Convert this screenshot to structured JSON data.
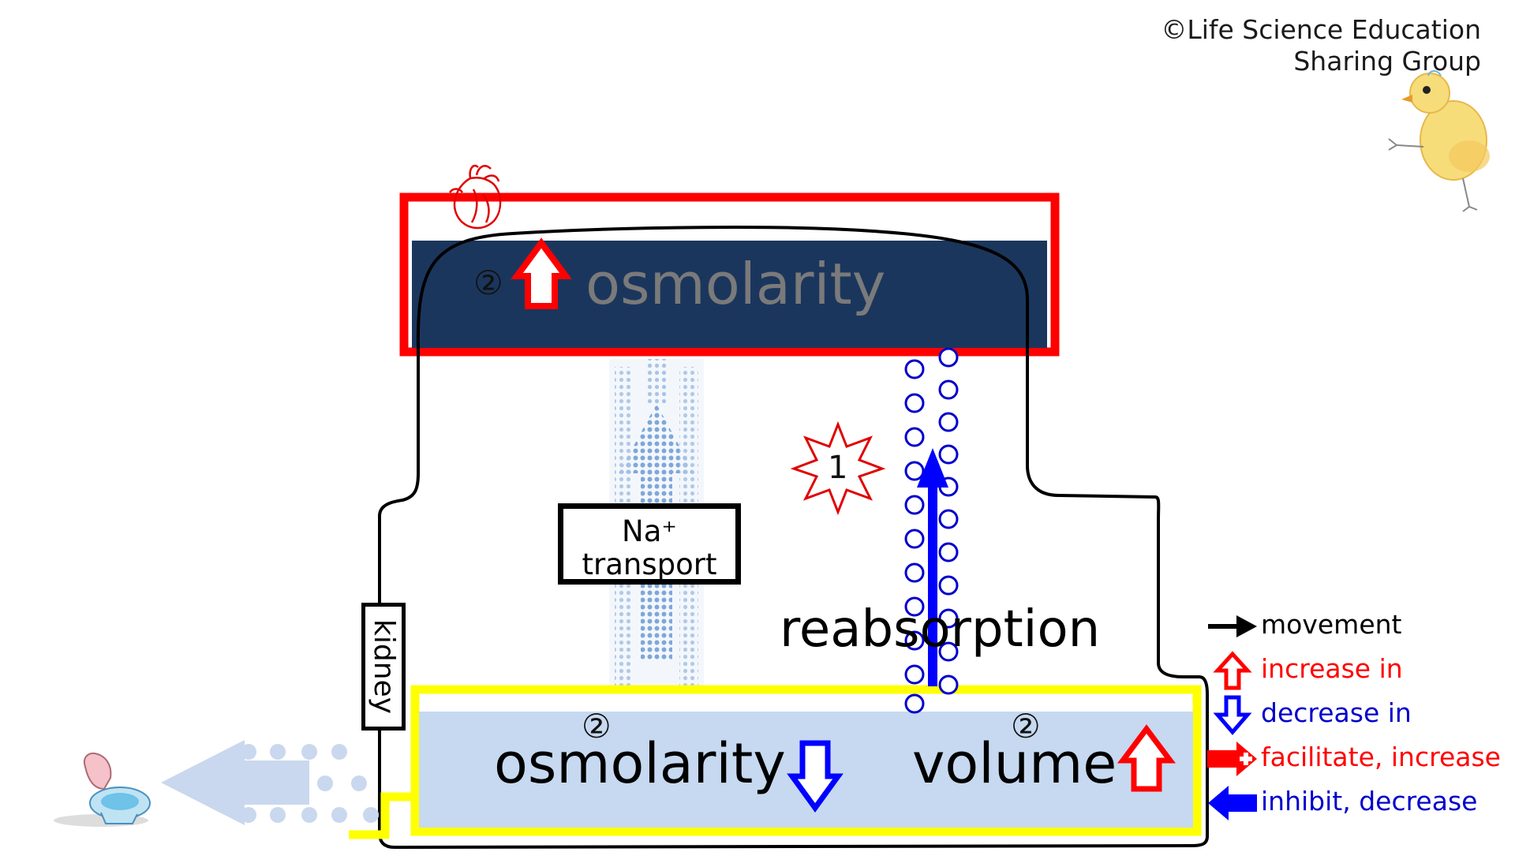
{
  "credit": {
    "line1": "©Life Science Education",
    "line2": "Sharing Group"
  },
  "blood": {
    "step": "②",
    "label": "osmolarity"
  },
  "process": {
    "star_number": "1",
    "transport_line1": "Na⁺",
    "transport_line2": "transport",
    "reabsorption": "reabsorption"
  },
  "organ": {
    "label": "kidney"
  },
  "urine": {
    "osmolarity_step": "②",
    "osmolarity_label": "osmolarity",
    "volume_step": "②",
    "volume_label": "volume"
  },
  "legend": [
    {
      "icon": "black-right-arrow-icon",
      "label": "movement",
      "color": "#000000"
    },
    {
      "icon": "red-up-outline-arrow-icon",
      "label": "increase in",
      "color": "#ff0000"
    },
    {
      "icon": "blue-down-outline-arrow-icon",
      "label": "decrease in",
      "color": "#0000cc"
    },
    {
      "icon": "red-plus-arrow-icon",
      "label": "facilitate, increase",
      "color": "#ff0000"
    },
    {
      "icon": "blue-left-arrow-icon",
      "label": "inhibit, decrease",
      "color": "#0000cc"
    }
  ],
  "colors": {
    "blood_fill": "#1b365d",
    "blood_border": "#ff0000",
    "urine_fill": "#c6d9f0",
    "urine_border": "#ffff00",
    "increase": "#ff0000",
    "decrease": "#0000ff",
    "na_arrow": "#7fa7d9"
  }
}
